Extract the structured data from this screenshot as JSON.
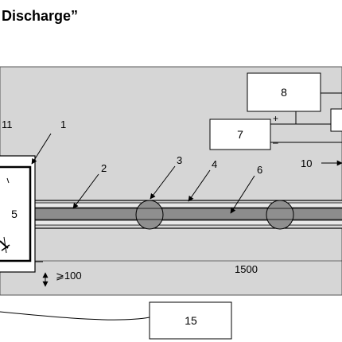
{
  "title": "Discharge”",
  "colors": {
    "panel": "#d6d6d6",
    "tube_core": "#8c8c8c",
    "bulb": "#8f8f8f",
    "stroke": "#000000",
    "box_fill": "#ffffff"
  },
  "boxes": {
    "box_8": "8",
    "box_7": "7",
    "box_5": "5",
    "box_15": "15"
  },
  "callouts": {
    "label_11": "11",
    "label_1": "1",
    "label_2": "2",
    "label_3": "3",
    "label_4": "4",
    "label_6": "6",
    "label_10": "10"
  },
  "polarity": {
    "plus": "+",
    "minus": "–"
  },
  "dimensions": {
    "gap": "⩾100",
    "length": "1500"
  }
}
